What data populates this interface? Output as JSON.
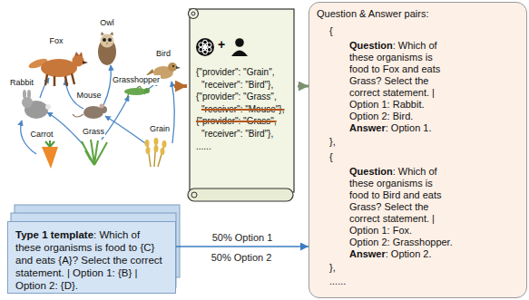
{
  "diagram": {
    "nodes": [
      {
        "text": [
          "Fox",
          "Owl",
          "Bird",
          "Rabbit",
          "Mouse",
          "Grasshopper",
          "Carrot",
          "Grass",
          "Grain"
        ]
      },
      {
        "text": [
          "+",
          "{\"provider\": \"Grain\",",
          "\"receiver\": \"Bird\"},",
          "{\"provider\": \"Grass\",",
          "\"receiver\": \"Mouse\"},",
          "{\"provider\": \"Grass\",",
          "\"receiver\": \"Bird\"},",
          "......"
        ]
      },
      {
        "text": [
          "Question & Answer pairs:",
          "{",
          "Question",
          ": Which of these organisms is food to Fox and eats Grass? Select the correct statement. |",
          "Option 1: Rabbit.",
          "Option 2: Bird.",
          "Answer",
          ": Option 1.",
          "},",
          "{",
          "Question",
          ": Which of these organisms is food to Bird and eats Grass? Select the correct statement. |",
          "Option 1: Fox.",
          "Option 2: Grasshopper.",
          "Answer",
          ": Option 2.",
          "},",
          "......"
        ]
      },
      {
        "text": [
          "Type 1 template",
          ": Which of these organisms is food to {C} and eats {A}? Select the correct statement. | Option 1: {B} | Option 2: {D}."
        ]
      }
    ],
    "edges": [
      {
        "from": 0,
        "to": 1,
        "arrow": "to"
      },
      {
        "from": 1,
        "to": 2,
        "arrow": "to"
      },
      {
        "from": 3,
        "to": 2,
        "arrow": "to",
        "label": "50% Option 1"
      }
    ],
    "labels": [
      "50% Option 2"
    ]
  }
}
